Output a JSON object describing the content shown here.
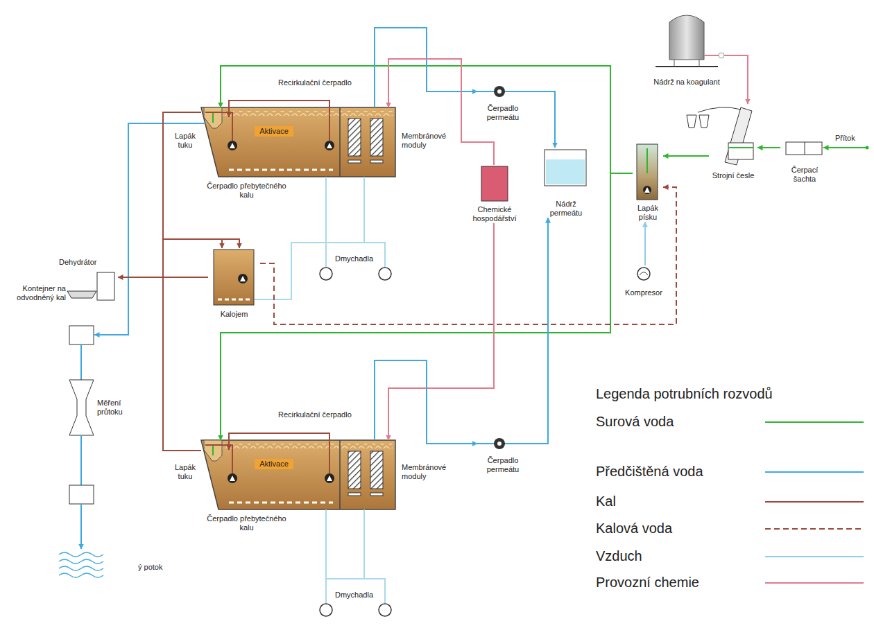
{
  "diagram": {
    "nodes": [
      {
        "text": [
          "Nádrž na koagulant"
        ]
      },
      {
        "text": [
          "Čerpací šachta"
        ]
      },
      {
        "text": [
          "Strojní česle"
        ]
      },
      {
        "text": [
          "Lapák písku"
        ]
      },
      {
        "text": [
          "Kompresor"
        ]
      },
      {
        "text": [
          "Nádrž permeátu"
        ]
      },
      {
        "text": [
          "Chemické hospodářství"
        ]
      },
      {
        "text": [
          "Čerpadlo permeátu"
        ]
      },
      {
        "text": [
          "Aktivace"
        ]
      },
      {
        "text": [
          "Kalojem"
        ]
      },
      {
        "text": [
          "Dehydrátor"
        ]
      },
      {
        "text": [
          "Kontejner na odvodněný kal"
        ]
      },
      {
        "text": [
          "Měření průtoku"
        ]
      },
      {
        "text": [
          "Aktivace"
        ]
      },
      {
        "text": [
          "Čerpadlo permeátu"
        ]
      }
    ],
    "edges": [
      {
        "from": 1,
        "to": 2,
        "arrow": "to"
      },
      {
        "from": 0,
        "to": 2,
        "arrow": "to"
      },
      {
        "from": 2,
        "to": 3,
        "arrow": "to"
      },
      {
        "from": 3,
        "to": 8,
        "arrow": "to"
      },
      {
        "from": 3,
        "to": 13,
        "arrow": "to"
      },
      {
        "from": 8,
        "to": 7,
        "arrow": "to"
      },
      {
        "from": 7,
        "to": 5,
        "arrow": "to"
      },
      {
        "from": 6,
        "to": 8,
        "arrow": "to"
      },
      {
        "from": 6,
        "to": 13,
        "arrow": "to"
      },
      {
        "from": 13,
        "to": 14,
        "arrow": "to"
      },
      {
        "from": 14,
        "to": 5,
        "arrow": "to"
      },
      {
        "from": 8,
        "to": 9,
        "arrow": "to"
      },
      {
        "from": 13,
        "to": 9,
        "arrow": "to"
      },
      {
        "from": 9,
        "to": 10,
        "arrow": "to"
      },
      {
        "from": 9,
        "to": 3,
        "arrow": "to"
      },
      {
        "from": 4,
        "to": 3,
        "arrow": "to"
      }
    ],
    "labels": [
      "Přítok",
      "Lapák tuku",
      "Recirkulační čerpadlo",
      "Membránové moduly",
      "Čerpadlo přebytečného kalu",
      "Dmychadla",
      "Lapák tuku",
      "Recirkulační čerpadlo",
      "Membránové moduly",
      "Čerpadlo přebytečného kalu",
      "Dmychadla",
      "ý potok",
      "Legenda potrubních rozvodů"
    ],
    "legend": [
      {
        "text": "Surová voda"
      },
      {
        "text": "Předčištěná voda"
      },
      {
        "text": "Kal"
      },
      {
        "text": "Kalová voda"
      },
      {
        "text": "Vzduch"
      },
      {
        "text": "Provozní chemie"
      }
    ]
  }
}
